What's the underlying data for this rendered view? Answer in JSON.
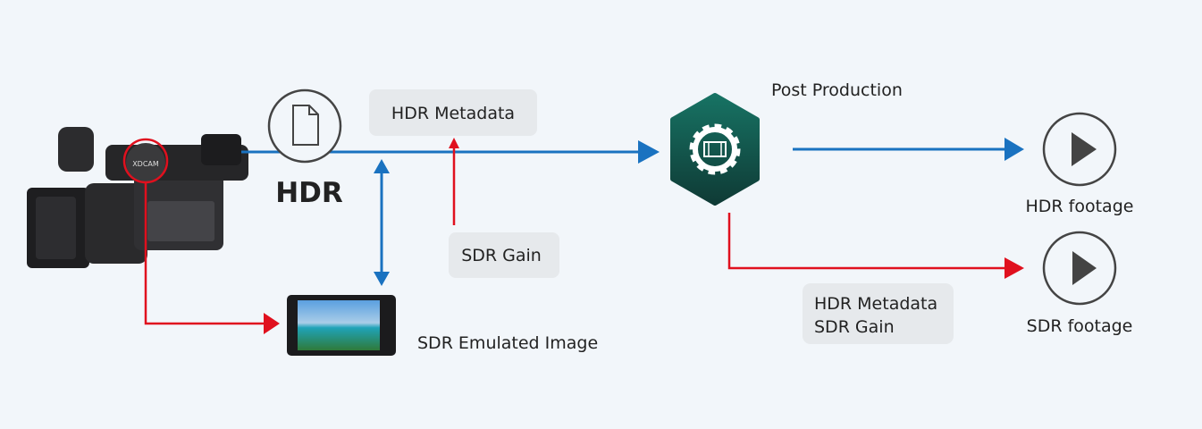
{
  "colors": {
    "background": "#f2f6fa",
    "hdr_flow": "#1a72c0",
    "sdr_flow": "#e0101e",
    "post_production": "#155e54",
    "label_box": "#e6e9ec"
  },
  "camera": {
    "icon": "camcorder-image",
    "brand_text": "XDCAM"
  },
  "hdr": {
    "icon": "document-icon",
    "label": "HDR"
  },
  "metadata_box": {
    "label": "HDR Metadata"
  },
  "sdr_gain_box": {
    "label": "SDR Gain"
  },
  "monitor": {
    "icon": "lcd-monitor-image",
    "label": "SDR Emulated Image"
  },
  "post_production": {
    "icon": "gear-film-icon",
    "label": "Post Production"
  },
  "outputs": [
    {
      "icon": "play-icon",
      "label": "HDR footage"
    },
    {
      "icon": "play-icon",
      "label": "SDR footage"
    }
  ],
  "output_box": {
    "lines": [
      "HDR Metadata",
      "SDR Gain"
    ]
  }
}
